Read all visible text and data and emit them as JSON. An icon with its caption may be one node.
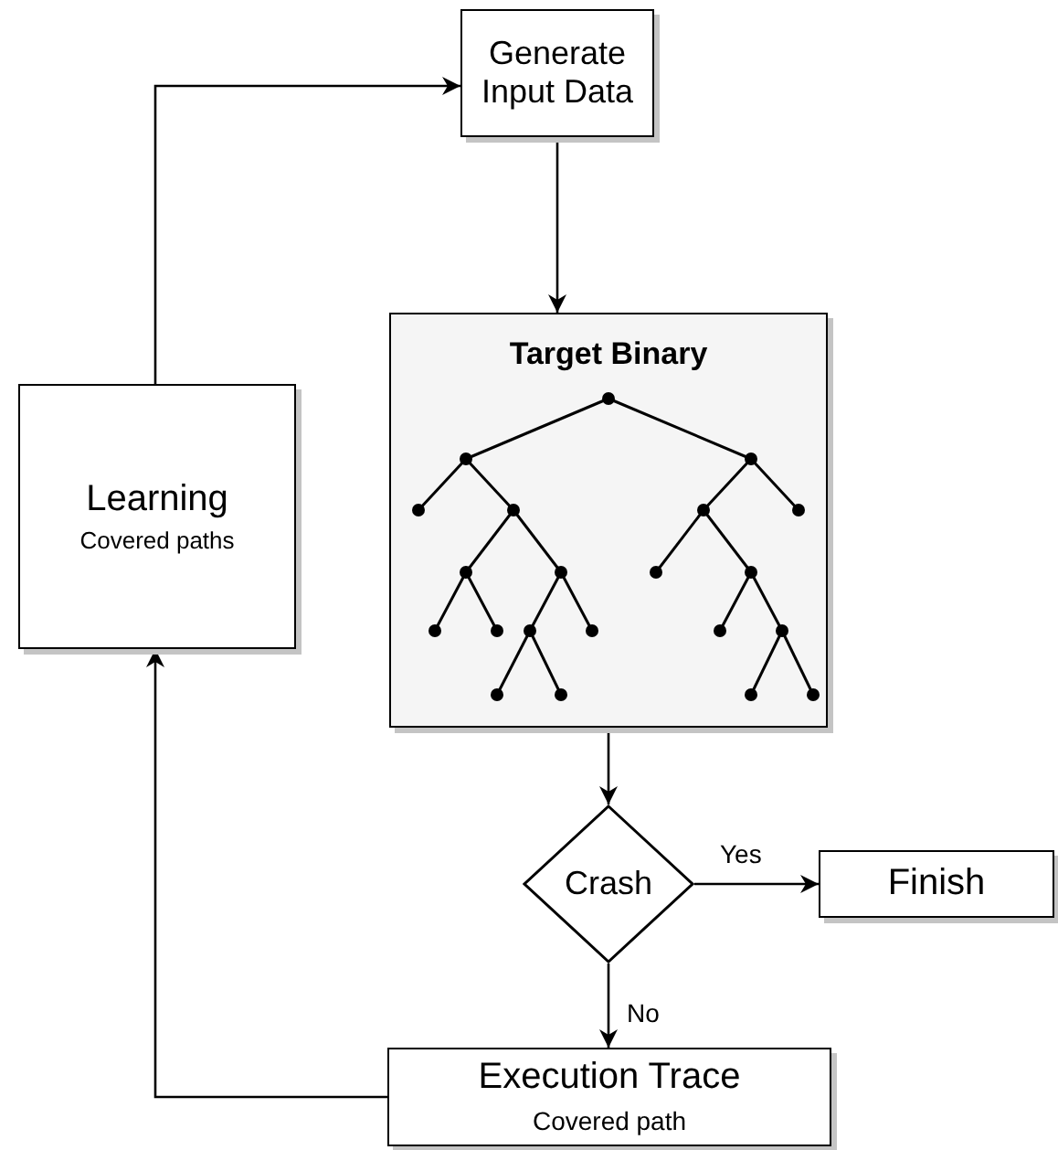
{
  "diagram": {
    "nodes": [
      {
        "text": [
          "Generate Input Data"
        ]
      },
      {
        "text": [
          "Target Binary"
        ]
      },
      {
        "text": [
          "Crash"
        ]
      },
      {
        "text": [
          "Finish"
        ]
      },
      {
        "text": [
          "Execution Trace",
          "Covered path"
        ]
      },
      {
        "text": [
          "Learning",
          "Covered paths"
        ]
      }
    ],
    "edges": [
      {
        "from": 0,
        "to": 1,
        "arrow": "to"
      },
      {
        "from": 1,
        "to": 2,
        "arrow": "to"
      },
      {
        "from": 2,
        "to": 3,
        "arrow": "to",
        "label": "Yes"
      },
      {
        "from": 2,
        "to": 4,
        "arrow": "to",
        "label": "No"
      },
      {
        "from": 4,
        "to": 5,
        "arrow": "to"
      },
      {
        "from": 5,
        "to": 0,
        "arrow": "to"
      }
    ]
  }
}
